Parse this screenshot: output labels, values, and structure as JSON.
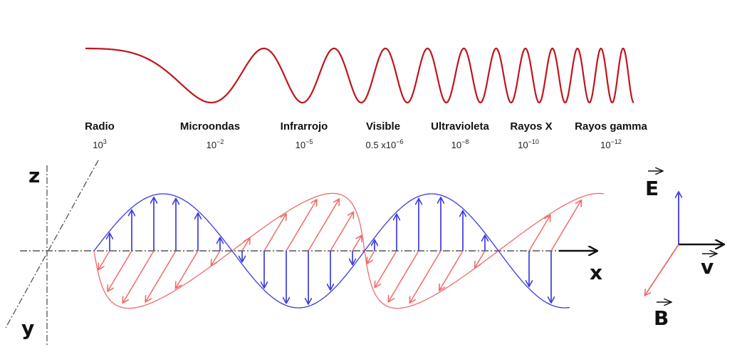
{
  "spectrum": {
    "wave_color": "#c0151b",
    "bands": [
      {
        "name": "Radio",
        "wavelength_base": "10",
        "wavelength_exp": "3"
      },
      {
        "name": "Microondas",
        "wavelength_base": "10",
        "wavelength_exp": "−2"
      },
      {
        "name": "Infrarrojo",
        "wavelength_base": "10",
        "wavelength_exp": "−5"
      },
      {
        "name": "Visible",
        "wavelength_base": "0.5 x10",
        "wavelength_exp": "−6"
      },
      {
        "name": "Ultravioleta",
        "wavelength_base": "10",
        "wavelength_exp": "−8"
      },
      {
        "name": "Rayos X",
        "wavelength_base": "10",
        "wavelength_exp": "−10"
      },
      {
        "name": "Rayos gamma",
        "wavelength_base": "10",
        "wavelength_exp": "−12"
      }
    ]
  },
  "wave_diagram": {
    "axes": {
      "x": "x",
      "y": "y",
      "z": "z"
    },
    "electric_color": "#3a3ae0",
    "magnetic_color": "#f06a6a",
    "axis_color": "#555555"
  },
  "legend": {
    "electric": "E",
    "magnetic": "B",
    "velocity": "v"
  }
}
